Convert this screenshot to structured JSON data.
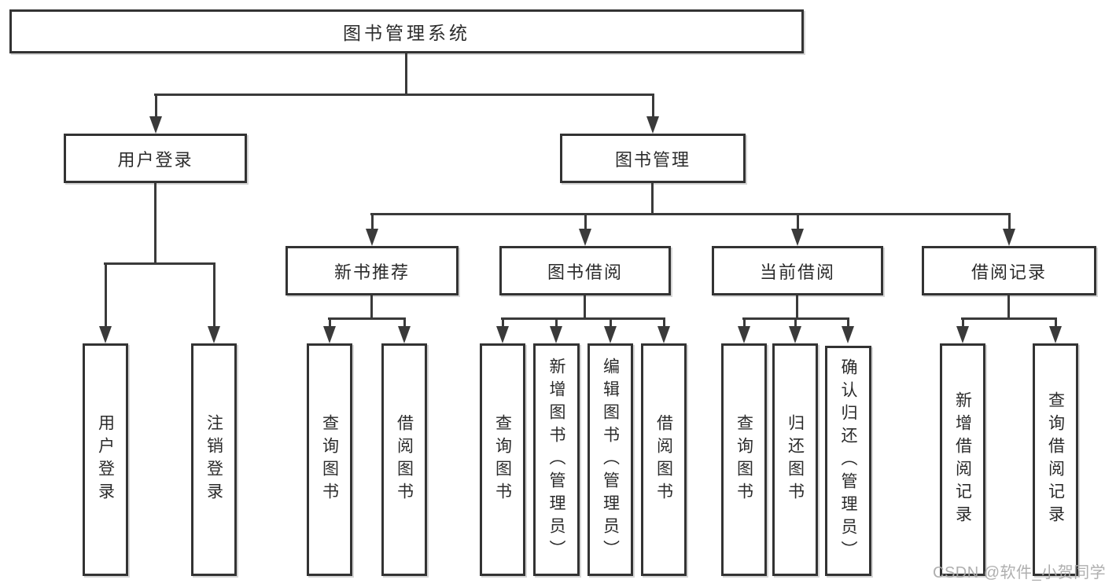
{
  "tree": {
    "label": "图书管理系统",
    "children": [
      {
        "label": "用户登录",
        "children": [
          {
            "label": "用户登录"
          },
          {
            "label": "注销登录"
          }
        ]
      },
      {
        "label": "图书管理",
        "children": [
          {
            "label": "新书推荐",
            "children": [
              {
                "label": "查询图书"
              },
              {
                "label": "借阅图书"
              }
            ]
          },
          {
            "label": "图书借阅",
            "children": [
              {
                "label": "查询图书"
              },
              {
                "label": "新增图书（管理员）"
              },
              {
                "label": "编辑图书（管理员）"
              },
              {
                "label": "借阅图书"
              }
            ]
          },
          {
            "label": "当前借阅",
            "children": [
              {
                "label": "查询图书"
              },
              {
                "label": "归还图书"
              },
              {
                "label": "确认归还（管理员）"
              }
            ]
          },
          {
            "label": "借阅记录",
            "children": [
              {
                "label": "新增借阅记录"
              },
              {
                "label": "查询借阅记录"
              }
            ]
          }
        ]
      }
    ]
  },
  "watermark": "CSDN @软件_小贺同学",
  "colors": {
    "line": "#3a3a3a",
    "border": "#333333",
    "text": "#2b2b2b",
    "watermark": "#ababab",
    "background": "#ffffff"
  }
}
